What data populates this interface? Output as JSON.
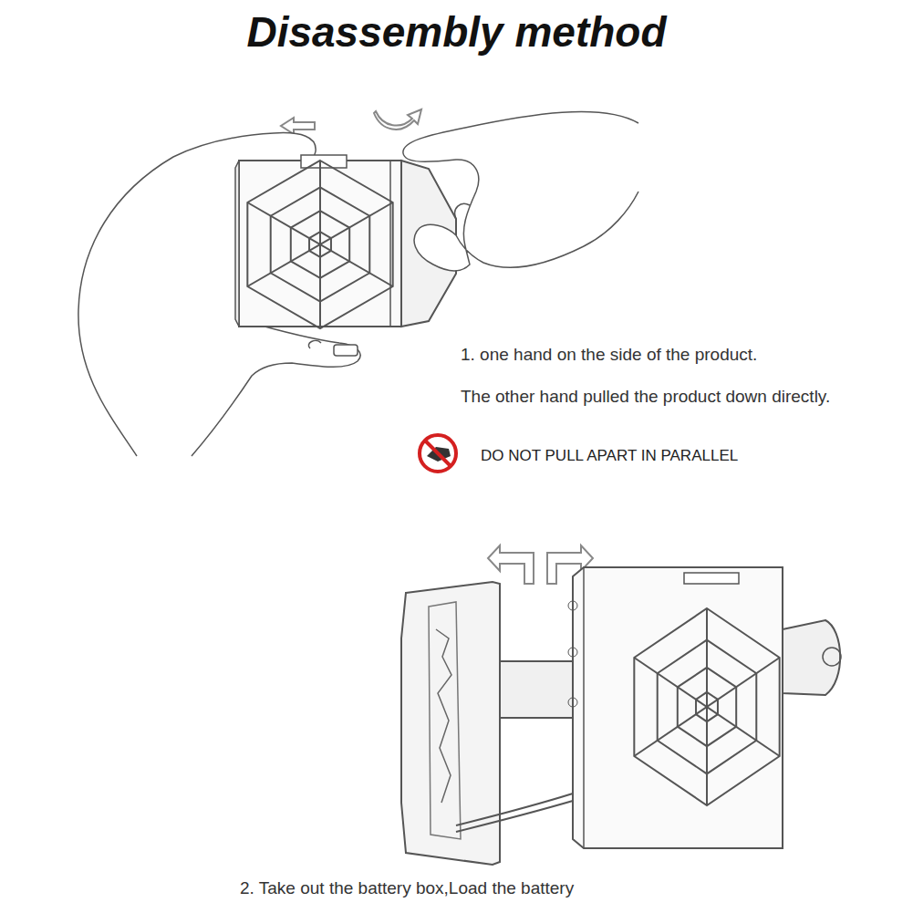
{
  "diagram": {
    "title": "Disassembly method",
    "labels": [
      "1. one hand on the side of the product.",
      "The other hand pulled the product down directly.",
      "DO NOT PULL APART IN PARALLEL",
      "2. Take out the battery box,Load the battery"
    ]
  }
}
